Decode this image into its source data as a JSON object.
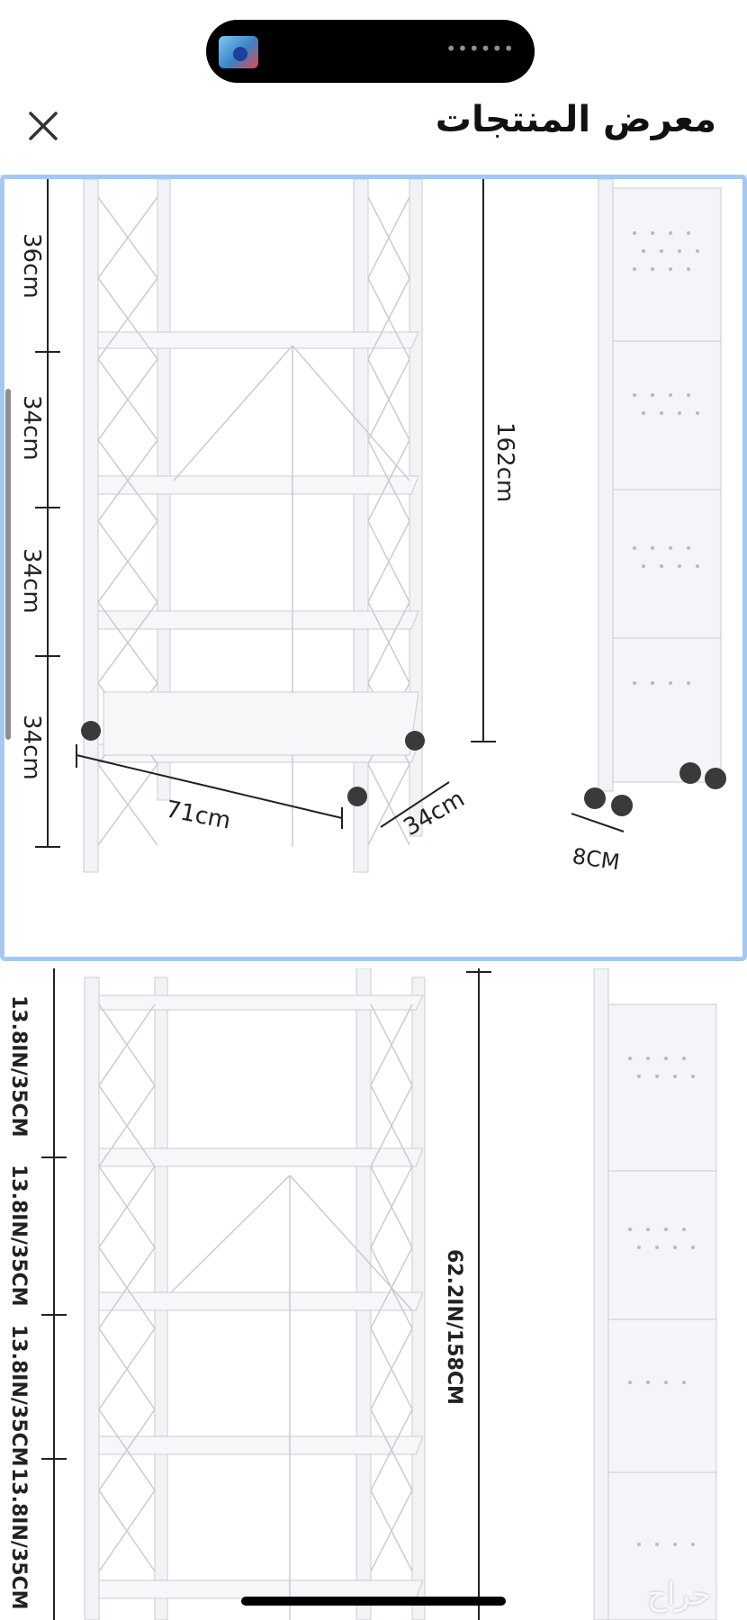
{
  "header": {
    "title": "معرض المنتجات"
  },
  "gallery": {
    "image1": {
      "shelf_heights": [
        "36cm",
        "34cm",
        "34cm",
        "34cm"
      ],
      "total_height": "162cm",
      "width": "71cm",
      "depth": "34cm",
      "folded_depth": "8CM"
    },
    "image2": {
      "shelf_heights": [
        "13.8IN/35CM",
        "13.8IN/35CM",
        "13.8IN/35CM",
        "13.8IN/35CM"
      ],
      "total_height": "62.2IN/158CM"
    }
  },
  "watermark": "حراج",
  "colors": {
    "selected_border": "#a5c8f2",
    "header_divider": "#e6e6e6"
  }
}
